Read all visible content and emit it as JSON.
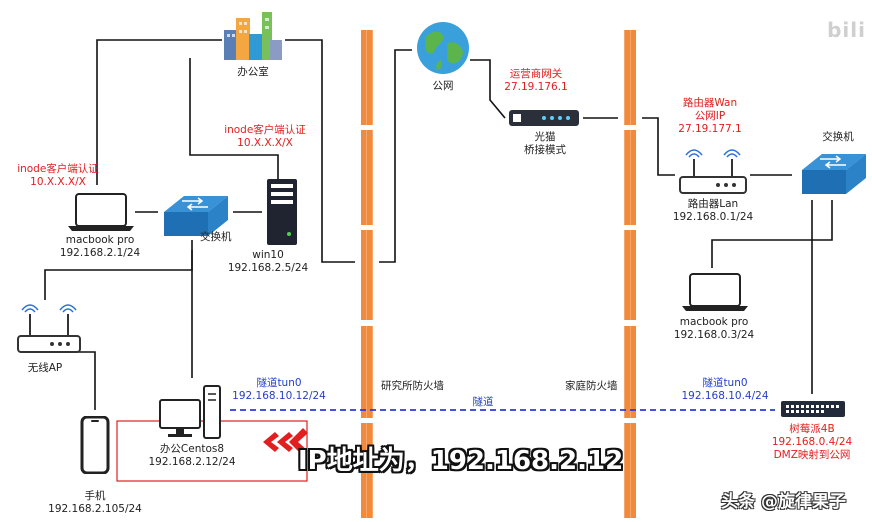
{
  "colors": {
    "firewall": "#f28a3c",
    "wire": "#111111",
    "tunnel": "#2a3bd4",
    "highlight": "#e21e1e"
  },
  "office": {
    "name": "办公室",
    "icon": "office-building-icon"
  },
  "internet": {
    "name": "公网",
    "icon": "globe-icon"
  },
  "isp_gateway": {
    "label": "运营商网关",
    "ip": "27.19.176.1"
  },
  "modem": {
    "name": "光猫",
    "mode": "桥接模式",
    "icon": "modem-icon"
  },
  "router_wan": {
    "label": "路由器Wan",
    "sublabel": "公网IP",
    "ip": "27.19.177.1"
  },
  "router_lan": {
    "name": "路由器Lan",
    "ip": "192.168.0.1/24",
    "icon": "router-icon"
  },
  "home_switch": {
    "name": "交换机",
    "icon": "switch-icon"
  },
  "inode_server": {
    "label": "inode客户端认证",
    "ip": "10.X.X.X/X"
  },
  "inode_macbook": {
    "label": "inode客户端认证",
    "ip": "10.X.X.X/X"
  },
  "office_macbook": {
    "name": "macbook pro",
    "ip": "192.168.2.1/24",
    "icon": "laptop-icon"
  },
  "office_switch": {
    "name": "交换机",
    "icon": "switch-icon"
  },
  "win10": {
    "name": "win10",
    "ip": "192.168.2.5/24",
    "icon": "server-tower-icon"
  },
  "wifi_ap": {
    "name": "无线AP",
    "icon": "wireless-ap-icon"
  },
  "phone": {
    "name": "手机",
    "ip": "192.168.2.105/24",
    "icon": "smartphone-icon"
  },
  "centos": {
    "name": "办公Centos8",
    "ip": "192.168.2.12/24",
    "icon": "desktop-pc-icon"
  },
  "tunnel_office": {
    "label": "隧道tun0",
    "ip": "192.168.10.12/24"
  },
  "tunnel_home": {
    "label": "隧道tun0",
    "ip": "192.168.10.4/24"
  },
  "tunnel_label": "隧道",
  "firewall_office": "研究所防火墙",
  "firewall_home": "家庭防火墙",
  "home_macbook": {
    "name": "macbook pro",
    "ip": "192.168.0.3/24",
    "icon": "laptop-icon"
  },
  "raspberry": {
    "name": "树莓派4B",
    "ip": "192.168.0.4/24",
    "dmz": "DMZ映射到公网",
    "icon": "raspberry-pi-icon"
  },
  "overlay_caption": "IP地址为，192.168.2.12",
  "watermark": "头条 @旋律果子",
  "corner_mark": "bili"
}
